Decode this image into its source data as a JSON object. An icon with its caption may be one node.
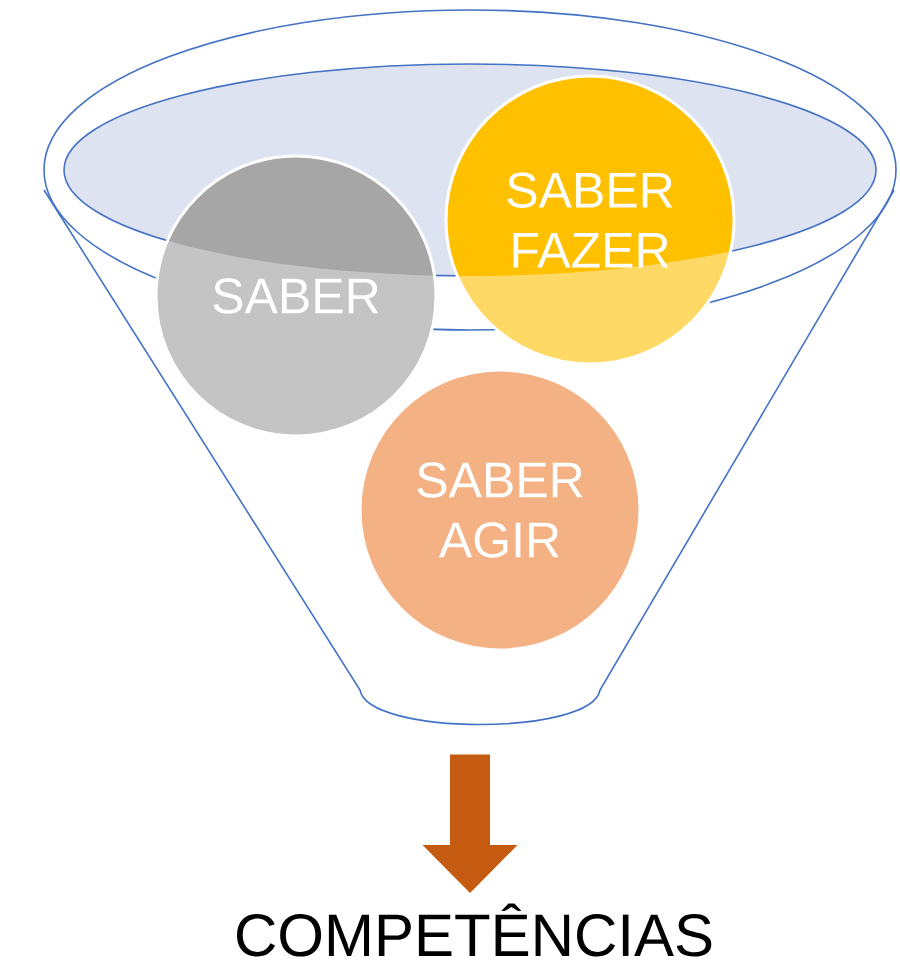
{
  "diagram": {
    "nodes": [
      {
        "text": [],
        "shape": "funnel"
      },
      {
        "text": [
          "SABER"
        ],
        "in": 0
      },
      {
        "text": [
          "SABER FAZER"
        ],
        "in": 0
      },
      {
        "text": [
          "SABER AGIR"
        ],
        "in": 0
      },
      {
        "text": [
          "COMPETÊNCIAS"
        ]
      }
    ],
    "edges": [
      {
        "from": 0,
        "to": 4,
        "arrow": "to"
      }
    ]
  }
}
